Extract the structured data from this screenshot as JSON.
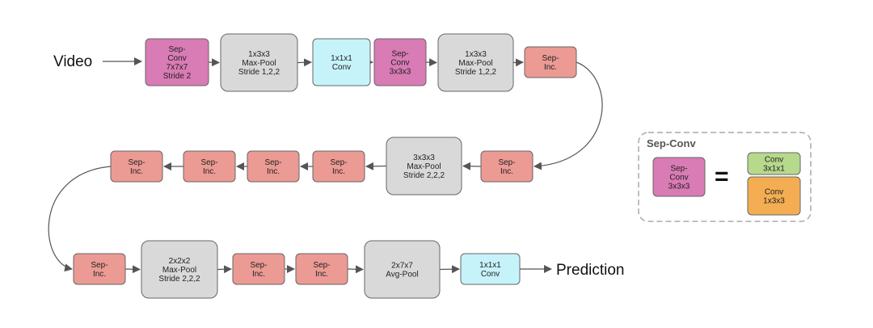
{
  "colors": {
    "sep_conv": "#d97bb5",
    "max_pool": "#d9d9d9",
    "conv1x1": "#c6f3fa",
    "sep_inc": "#ec9a94",
    "conv_green": "#b6d98c",
    "conv_orange": "#f4ad52",
    "arrow": "#555555"
  },
  "labels": {
    "input": "Video",
    "output": "Prediction",
    "legend_title": "Sep-Conv",
    "equals": "="
  },
  "nodes": [
    {
      "id": "n1",
      "kind": "sep_conv",
      "lines": [
        "Sep-",
        "Conv",
        "7x7x7",
        "Stride 2"
      ]
    },
    {
      "id": "n2",
      "kind": "max_pool",
      "lines": [
        "1x3x3",
        "Max-Pool",
        "Stride 1,2,2"
      ]
    },
    {
      "id": "n3",
      "kind": "conv1x1",
      "lines": [
        "1x1x1",
        "Conv"
      ]
    },
    {
      "id": "n4",
      "kind": "sep_conv",
      "lines": [
        "Sep-",
        "Conv",
        "3x3x3"
      ]
    },
    {
      "id": "n5",
      "kind": "max_pool",
      "lines": [
        "1x3x3",
        "Max-Pool",
        "Stride 1,2,2"
      ]
    },
    {
      "id": "n6",
      "kind": "sep_inc",
      "lines": [
        "Sep-",
        "Inc."
      ]
    },
    {
      "id": "n7",
      "kind": "sep_inc",
      "lines": [
        "Sep-",
        "Inc."
      ]
    },
    {
      "id": "n8",
      "kind": "max_pool",
      "lines": [
        "3x3x3",
        "Max-Pool",
        "Stride 2,2,2"
      ]
    },
    {
      "id": "n9",
      "kind": "sep_inc",
      "lines": [
        "Sep-",
        "Inc."
      ]
    },
    {
      "id": "n10",
      "kind": "sep_inc",
      "lines": [
        "Sep-",
        "Inc."
      ]
    },
    {
      "id": "n11",
      "kind": "sep_inc",
      "lines": [
        "Sep-",
        "Inc."
      ]
    },
    {
      "id": "n12",
      "kind": "sep_inc",
      "lines": [
        "Sep-",
        "Inc."
      ]
    },
    {
      "id": "n13",
      "kind": "sep_inc",
      "lines": [
        "Sep-",
        "Inc."
      ]
    },
    {
      "id": "n14",
      "kind": "max_pool",
      "lines": [
        "2x2x2",
        "Max-Pool",
        "Stride 2,2,2"
      ]
    },
    {
      "id": "n15",
      "kind": "sep_inc",
      "lines": [
        "Sep-",
        "Inc."
      ]
    },
    {
      "id": "n16",
      "kind": "sep_inc",
      "lines": [
        "Sep-",
        "Inc."
      ]
    },
    {
      "id": "n17",
      "kind": "max_pool",
      "lines": [
        "2x7x7",
        "Avg-Pool"
      ]
    },
    {
      "id": "n18",
      "kind": "conv1x1",
      "lines": [
        "1x1x1",
        "Conv"
      ]
    }
  ],
  "legend_nodes": [
    {
      "id": "l1",
      "kind": "sep_conv",
      "lines": [
        "Sep-",
        "Conv",
        "3x3x3"
      ]
    },
    {
      "id": "l2",
      "kind": "conv_green",
      "lines": [
        "Conv",
        "3x1x1"
      ]
    },
    {
      "id": "l3",
      "kind": "conv_orange",
      "lines": [
        "Conv",
        "1x3x3"
      ]
    }
  ],
  "edges": [
    [
      "n1",
      "n2"
    ],
    [
      "n2",
      "n3"
    ],
    [
      "n3",
      "n4"
    ],
    [
      "n4",
      "n5"
    ],
    [
      "n5",
      "n6"
    ],
    [
      "n6",
      "n7"
    ],
    [
      "n7",
      "n8"
    ],
    [
      "n8",
      "n9"
    ],
    [
      "n9",
      "n10"
    ],
    [
      "n10",
      "n11"
    ],
    [
      "n11",
      "n12"
    ],
    [
      "n12",
      "n13"
    ],
    [
      "n13",
      "n14"
    ],
    [
      "n14",
      "n15"
    ],
    [
      "n15",
      "n16"
    ],
    [
      "n16",
      "n17"
    ],
    [
      "n17",
      "n18"
    ]
  ]
}
